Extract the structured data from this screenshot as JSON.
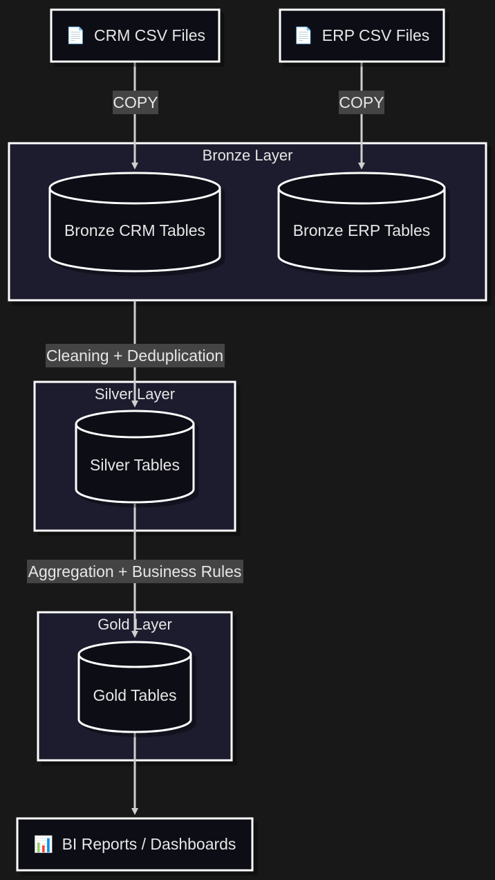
{
  "nodes": {
    "crm_csv": {
      "icon": "document-icon",
      "glyph": "📄",
      "label": "CRM CSV Files"
    },
    "erp_csv": {
      "icon": "document-icon",
      "glyph": "📄",
      "label": "ERP CSV Files"
    },
    "bronze_crm": {
      "label": "Bronze CRM Tables"
    },
    "bronze_erp": {
      "label": "Bronze ERP Tables"
    },
    "silver": {
      "label": "Silver Tables"
    },
    "gold": {
      "label": "Gold Tables"
    },
    "bi": {
      "icon": "bar-chart-icon",
      "glyph": "📊",
      "label": "BI Reports / Dashboards"
    }
  },
  "groups": {
    "bronze": {
      "title": "Bronze Layer"
    },
    "silver": {
      "title": "Silver Layer"
    },
    "gold": {
      "title": "Gold Layer"
    }
  },
  "edges": {
    "copy_crm": {
      "label": "COPY"
    },
    "copy_erp": {
      "label": "COPY"
    },
    "bronze_to_silver": {
      "label": "Cleaning + Deduplication"
    },
    "silver_to_gold": {
      "label": "Aggregation + Business Rules"
    }
  },
  "colors": {
    "background": "#181818",
    "node_fill": "#0f0f17",
    "group_fill": "#1d1d2e",
    "stroke": "#ffffff",
    "edge": "#cfcfcf",
    "edge_label_bg": "#444444",
    "text": "#e6e6e6"
  }
}
